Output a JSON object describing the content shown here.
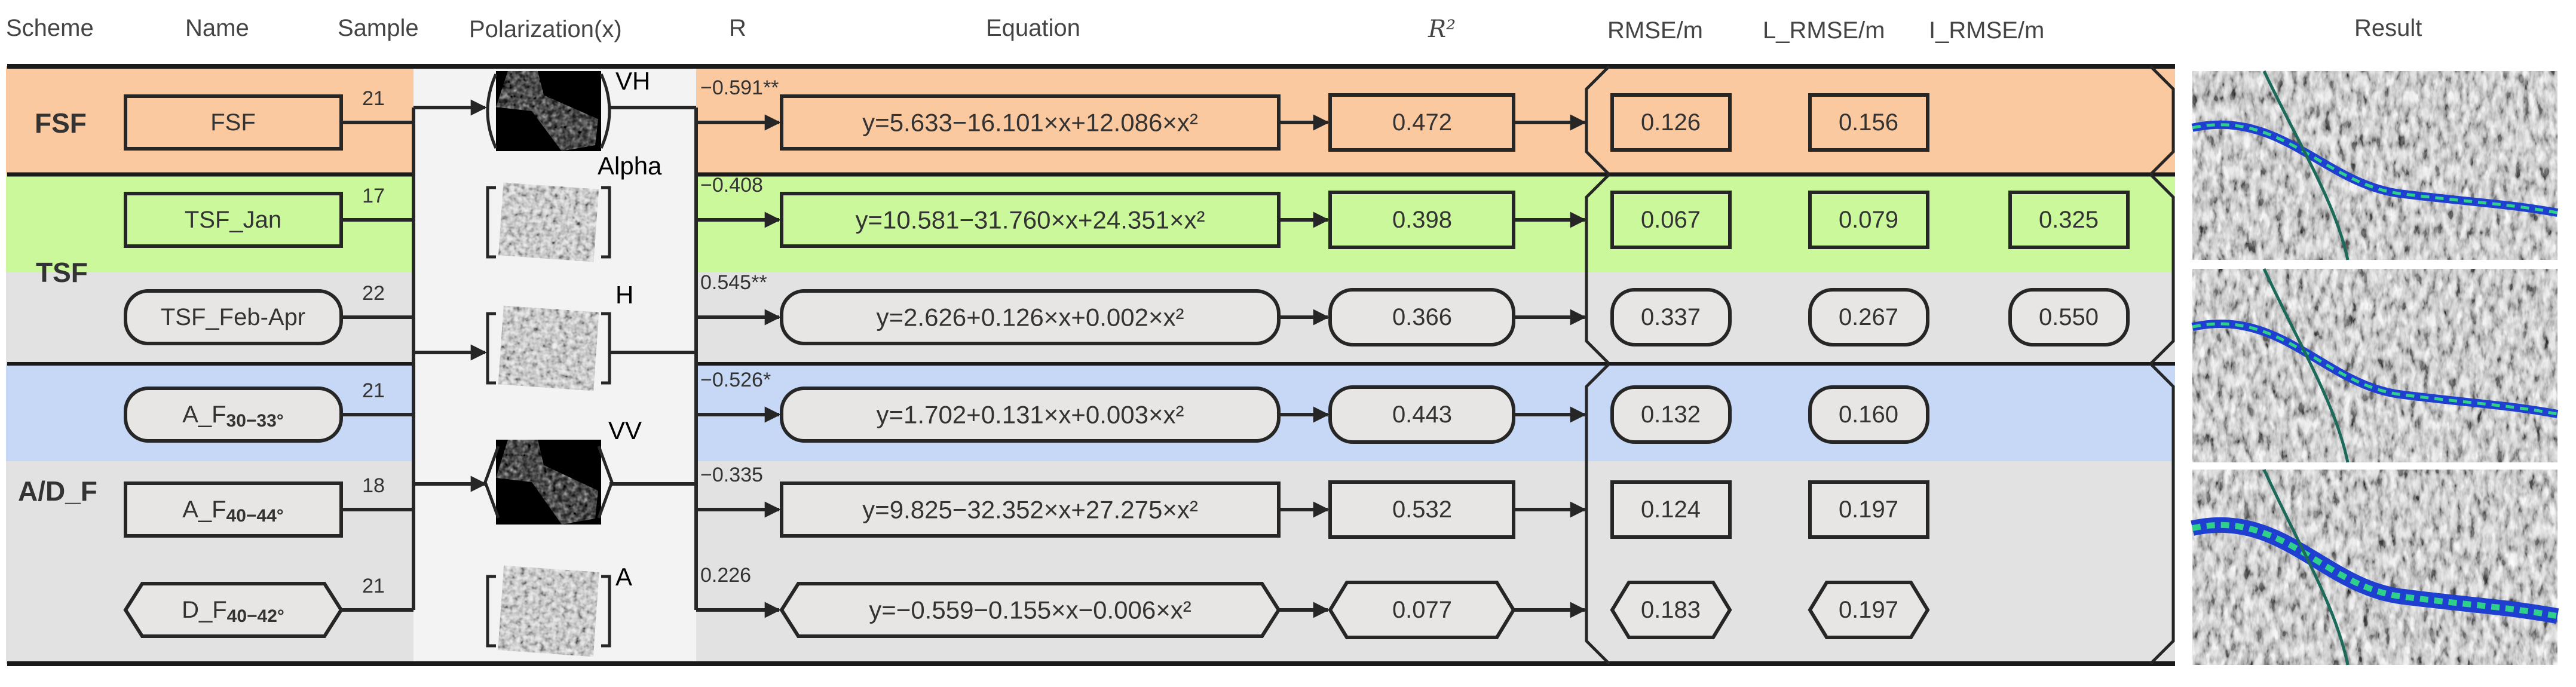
{
  "headers": {
    "scheme": "Scheme",
    "name": "Name",
    "sample": "Sample",
    "polarization": "Polarization(x)",
    "r": "R",
    "equation": "Equation",
    "r2": "R²",
    "rmse": "RMSE/m",
    "l_rmse": "L_RMSE/m",
    "i_rmse": "I_RMSE/m",
    "result": "Result"
  },
  "schemes": [
    {
      "label": "FSF",
      "color": "#fbc9a0"
    },
    {
      "label": "TSF",
      "color": "#ccf89c"
    },
    {
      "label": "A/D_F",
      "color": "#e2e2e2"
    }
  ],
  "rows": [
    {
      "name": "FSF",
      "name_sub": "",
      "shape": "rect",
      "fill": "#fbc9a0",
      "sample": "21",
      "r": "−0.591**",
      "equation": "y=5.633−16.101×x+12.086×x²",
      "r2": "0.472",
      "rmse": "0.126",
      "l_rmse": "0.156",
      "i_rmse": ""
    },
    {
      "name": "TSF_Jan",
      "name_sub": "",
      "shape": "rect",
      "fill": "#ccf89c",
      "sample": "17",
      "r": "−0.408",
      "equation": "y=10.581−31.760×x+24.351×x²",
      "r2": "0.398",
      "rmse": "0.067",
      "l_rmse": "0.079",
      "i_rmse": "0.325"
    },
    {
      "name": "TSF_Feb-Apr",
      "name_sub": "",
      "shape": "pill",
      "fill": "#e8e6e4",
      "sample": "22",
      "r": "0.545**",
      "equation": "y=2.626+0.126×x+0.002×x²",
      "r2": "0.366",
      "rmse": "0.337",
      "l_rmse": "0.267",
      "i_rmse": "0.550"
    },
    {
      "name": "A_F",
      "name_sub": "30−33°",
      "shape": "pill",
      "fill": "#e8e6e4",
      "sample": "21",
      "r": "−0.526*",
      "equation": "y=1.702+0.131×x+0.003×x²",
      "r2": "0.443",
      "rmse": "0.132",
      "l_rmse": "0.160",
      "i_rmse": ""
    },
    {
      "name": "A_F",
      "name_sub": "40−44°",
      "shape": "rect",
      "fill": "#e8e6e4",
      "sample": "18",
      "r": "−0.335",
      "equation": "y=9.825−32.352×x+27.275×x²",
      "r2": "0.532",
      "rmse": "0.124",
      "l_rmse": "0.197",
      "i_rmse": ""
    },
    {
      "name": "D_F",
      "name_sub": "40−42°",
      "shape": "hex",
      "fill": "#e8e6e4",
      "sample": "21",
      "r": "0.226",
      "equation": "y=−0.559−0.155×x−0.006×x²",
      "r2": "0.077",
      "rmse": "0.183",
      "l_rmse": "0.197",
      "i_rmse": ""
    }
  ],
  "polarizations": [
    {
      "label": "VH",
      "frame": "round"
    },
    {
      "label": "Alpha",
      "frame": "square"
    },
    {
      "label": "H",
      "frame": "square"
    },
    {
      "label": "VV",
      "frame": "angle"
    },
    {
      "label": "A",
      "frame": "square"
    }
  ],
  "colors": {
    "fsf_band": "#fbc9a0",
    "tsf_jan_band": "#ccf89c",
    "gray_band": "#e2e2e2",
    "blue_band": "#c6d8f6",
    "panel": "#f3f3f3",
    "stroke": "#262626",
    "river_blue": "#1f3fd0",
    "river_green": "#2fd08a"
  }
}
